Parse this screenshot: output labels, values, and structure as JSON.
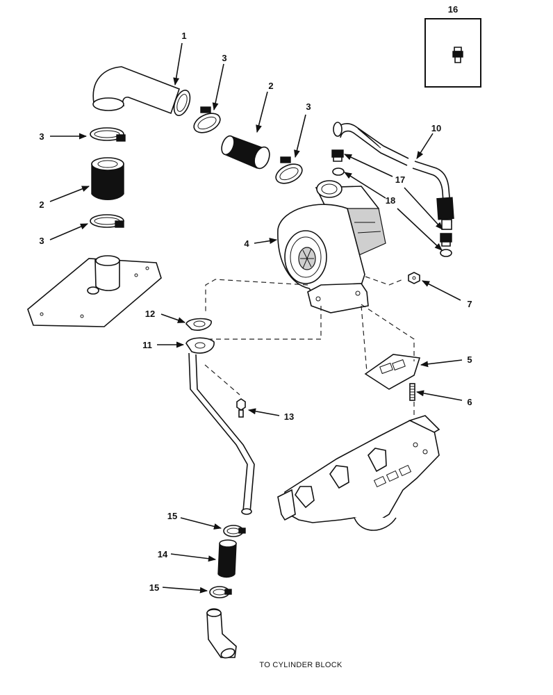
{
  "diagram": {
    "caption": "TO CYLINDER BLOCK",
    "callouts": {
      "c1": "1",
      "c2a": "2",
      "c2b": "2",
      "c3a": "3",
      "c3b": "3",
      "c3c": "3",
      "c3d": "3",
      "c4": "4",
      "c5": "5",
      "c6": "6",
      "c7": "7",
      "c10": "10",
      "c11": "11",
      "c12": "12",
      "c13": "13",
      "c14": "14",
      "c15a": "15",
      "c15b": "15",
      "c16": "16",
      "c17": "17",
      "c18": "18"
    }
  }
}
